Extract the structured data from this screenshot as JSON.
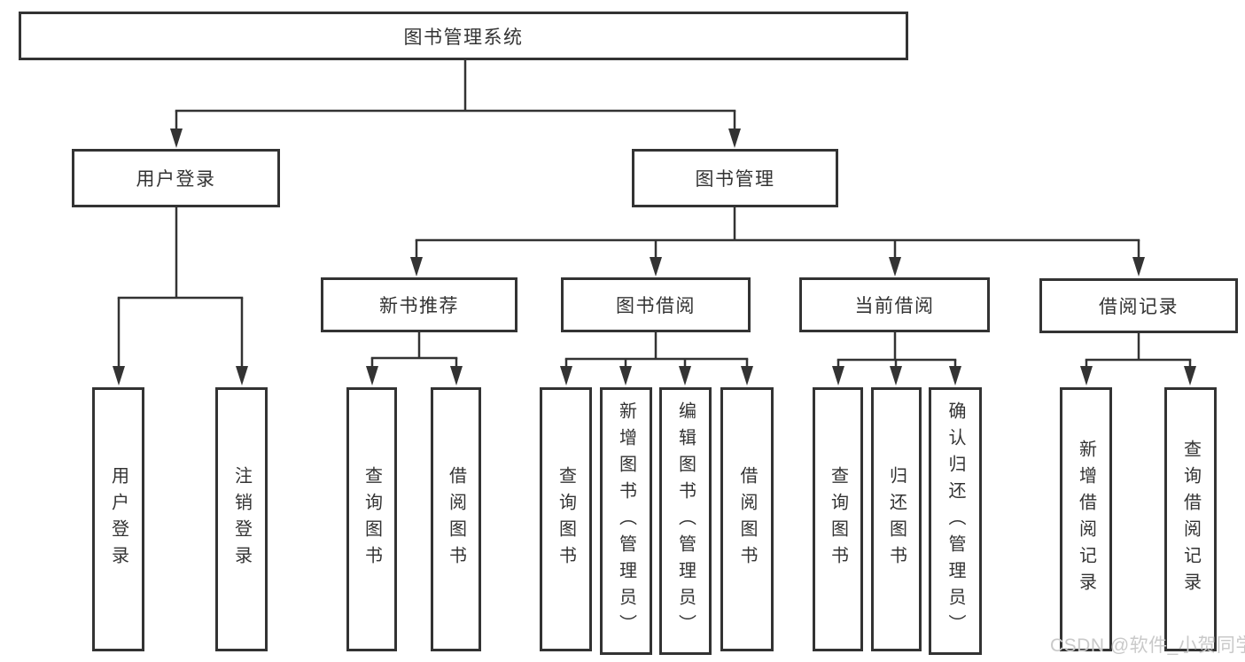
{
  "diagram": {
    "root": "图书管理系统",
    "level2": [
      "用户登录",
      "图书管理"
    ],
    "level3": [
      "新书推荐",
      "图书借阅",
      "当前借阅",
      "借阅记录"
    ],
    "groups": {
      "user_login": [
        "用户登录",
        "注销登录"
      ],
      "new_book_recommend": [
        "查询图书",
        "借阅图书"
      ],
      "book_borrow": [
        "查询图书",
        "新增图书（管理员）",
        "编辑图书（管理员）",
        "借阅图书"
      ],
      "current_borrow": [
        "查询图书",
        "归还图书",
        "确认归还（管理员）"
      ],
      "borrow_record": [
        "新增借阅记录",
        "查询借阅记录"
      ]
    }
  },
  "watermark": "CSDN @软件_小贺同学",
  "colors": {
    "line": "#333333",
    "text": "#333333",
    "background": "#ffffff",
    "watermark": "#c9c9c9"
  }
}
